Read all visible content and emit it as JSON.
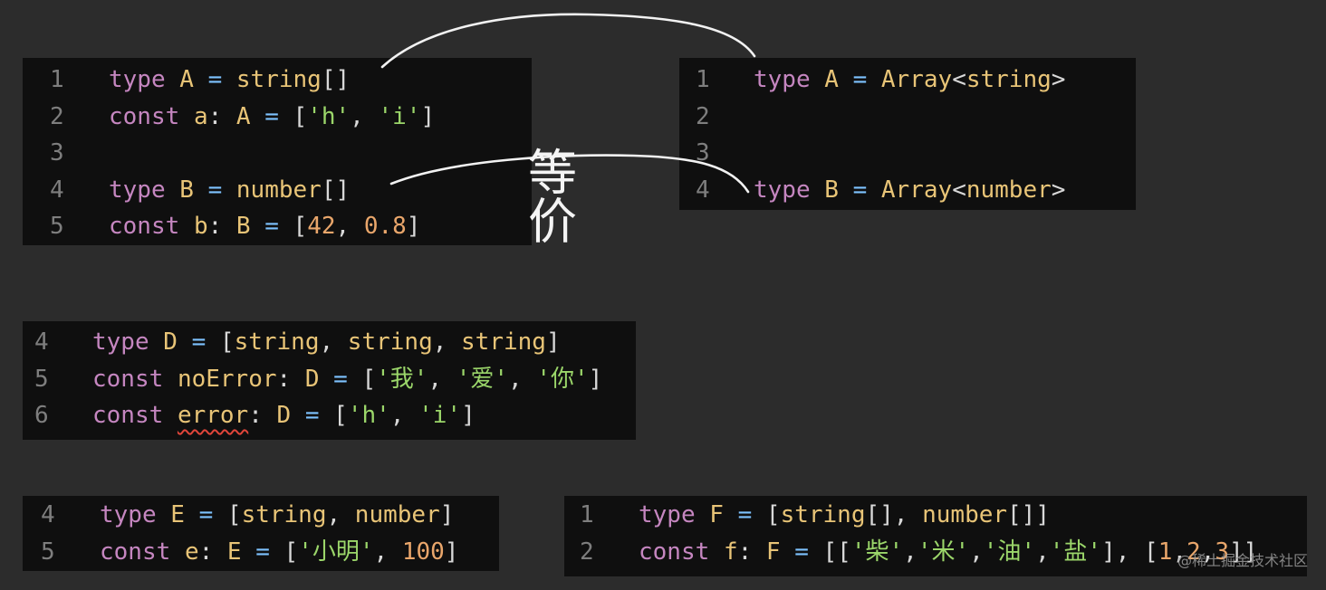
{
  "annotation": {
    "text": "等价"
  },
  "watermark": "@稀土掘金技术社区",
  "blocks": {
    "b1": {
      "lines": [
        {
          "num": "1",
          "tokens": [
            [
              "kw",
              "type"
            ],
            [
              "pl",
              " "
            ],
            [
              "ty",
              "A"
            ],
            [
              "pl",
              " "
            ],
            [
              "op",
              "="
            ],
            [
              "pl",
              " "
            ],
            [
              "ty",
              "string"
            ],
            [
              "pl",
              "[]"
            ]
          ]
        },
        {
          "num": "2",
          "tokens": [
            [
              "kw",
              "const"
            ],
            [
              "pl",
              " "
            ],
            [
              "ty",
              "a"
            ],
            [
              "pl",
              ": "
            ],
            [
              "ty",
              "A"
            ],
            [
              "pl",
              " "
            ],
            [
              "op",
              "="
            ],
            [
              "pl",
              " ["
            ],
            [
              "st",
              "'h'"
            ],
            [
              "pl",
              ", "
            ],
            [
              "st",
              "'i'"
            ],
            [
              "pl",
              "]"
            ]
          ]
        },
        {
          "num": "3",
          "tokens": []
        },
        {
          "num": "4",
          "tokens": [
            [
              "kw",
              "type"
            ],
            [
              "pl",
              " "
            ],
            [
              "ty",
              "B"
            ],
            [
              "pl",
              " "
            ],
            [
              "op",
              "="
            ],
            [
              "pl",
              " "
            ],
            [
              "ty",
              "number"
            ],
            [
              "pl",
              "[]"
            ]
          ]
        },
        {
          "num": "5",
          "tokens": [
            [
              "kw",
              "const"
            ],
            [
              "pl",
              " "
            ],
            [
              "ty",
              "b"
            ],
            [
              "pl",
              ": "
            ],
            [
              "ty",
              "B"
            ],
            [
              "pl",
              " "
            ],
            [
              "op",
              "="
            ],
            [
              "pl",
              " ["
            ],
            [
              "nu",
              "42"
            ],
            [
              "pl",
              ", "
            ],
            [
              "nu",
              "0.8"
            ],
            [
              "pl",
              "]"
            ]
          ]
        }
      ]
    },
    "b2": {
      "lines": [
        {
          "num": "1",
          "tokens": [
            [
              "kw",
              "type"
            ],
            [
              "pl",
              " "
            ],
            [
              "ty",
              "A"
            ],
            [
              "pl",
              " "
            ],
            [
              "op",
              "="
            ],
            [
              "pl",
              " "
            ],
            [
              "ty",
              "Array"
            ],
            [
              "pl",
              "<"
            ],
            [
              "ty",
              "string"
            ],
            [
              "pl",
              ">"
            ]
          ]
        },
        {
          "num": "2",
          "tokens": []
        },
        {
          "num": "3",
          "tokens": []
        },
        {
          "num": "4",
          "tokens": [
            [
              "kw",
              "type"
            ],
            [
              "pl",
              " "
            ],
            [
              "ty",
              "B"
            ],
            [
              "pl",
              " "
            ],
            [
              "op",
              "="
            ],
            [
              "pl",
              " "
            ],
            [
              "ty",
              "Array"
            ],
            [
              "pl",
              "<"
            ],
            [
              "ty",
              "number"
            ],
            [
              "pl",
              ">"
            ]
          ]
        }
      ]
    },
    "b3": {
      "lines": [
        {
          "num": "4",
          "tokens": [
            [
              "kw",
              "type"
            ],
            [
              "pl",
              " "
            ],
            [
              "ty",
              "D"
            ],
            [
              "pl",
              " "
            ],
            [
              "op",
              "="
            ],
            [
              "pl",
              " ["
            ],
            [
              "ty",
              "string"
            ],
            [
              "pl",
              ", "
            ],
            [
              "ty",
              "string"
            ],
            [
              "pl",
              ", "
            ],
            [
              "ty",
              "string"
            ],
            [
              "pl",
              "]"
            ]
          ]
        },
        {
          "num": "5",
          "tokens": [
            [
              "kw",
              "const"
            ],
            [
              "pl",
              " "
            ],
            [
              "ty",
              "noError"
            ],
            [
              "pl",
              ": "
            ],
            [
              "ty",
              "D"
            ],
            [
              "pl",
              " "
            ],
            [
              "op",
              "="
            ],
            [
              "pl",
              " ["
            ],
            [
              "st",
              "'我'"
            ],
            [
              "pl",
              ", "
            ],
            [
              "st",
              "'爱'"
            ],
            [
              "pl",
              ", "
            ],
            [
              "st",
              "'你'"
            ],
            [
              "pl",
              "]"
            ]
          ]
        },
        {
          "num": "6",
          "tokens": [
            [
              "kw",
              "const"
            ],
            [
              "pl",
              " "
            ],
            [
              "ty squig",
              "error"
            ],
            [
              "pl",
              ": "
            ],
            [
              "ty",
              "D"
            ],
            [
              "pl",
              " "
            ],
            [
              "op",
              "="
            ],
            [
              "pl",
              " ["
            ],
            [
              "st",
              "'h'"
            ],
            [
              "pl",
              ", "
            ],
            [
              "st",
              "'i'"
            ],
            [
              "pl",
              "]"
            ]
          ]
        }
      ]
    },
    "b4": {
      "lines": [
        {
          "num": "4",
          "tokens": [
            [
              "kw",
              "type"
            ],
            [
              "pl",
              " "
            ],
            [
              "ty",
              "E"
            ],
            [
              "pl",
              " "
            ],
            [
              "op",
              "="
            ],
            [
              "pl",
              " ["
            ],
            [
              "ty",
              "string"
            ],
            [
              "pl",
              ", "
            ],
            [
              "ty",
              "number"
            ],
            [
              "pl",
              "]"
            ]
          ]
        },
        {
          "num": "5",
          "tokens": [
            [
              "kw",
              "const"
            ],
            [
              "pl",
              " "
            ],
            [
              "ty",
              "e"
            ],
            [
              "pl",
              ": "
            ],
            [
              "ty",
              "E"
            ],
            [
              "pl",
              " "
            ],
            [
              "op",
              "="
            ],
            [
              "pl",
              " ["
            ],
            [
              "st",
              "'小明'"
            ],
            [
              "pl",
              ", "
            ],
            [
              "nu",
              "100"
            ],
            [
              "pl",
              "]"
            ]
          ]
        }
      ]
    },
    "b5": {
      "lines": [
        {
          "num": "1",
          "tokens": [
            [
              "kw",
              "type"
            ],
            [
              "pl",
              " "
            ],
            [
              "ty",
              "F"
            ],
            [
              "pl",
              " "
            ],
            [
              "op",
              "="
            ],
            [
              "pl",
              " ["
            ],
            [
              "ty",
              "string"
            ],
            [
              "pl",
              "[], "
            ],
            [
              "ty",
              "number"
            ],
            [
              "pl",
              "[]]"
            ]
          ]
        },
        {
          "num": "2",
          "tokens": [
            [
              "kw",
              "const"
            ],
            [
              "pl",
              " "
            ],
            [
              "ty",
              "f"
            ],
            [
              "pl",
              ": "
            ],
            [
              "ty",
              "F"
            ],
            [
              "pl",
              " "
            ],
            [
              "op",
              "="
            ],
            [
              "pl",
              " [["
            ],
            [
              "st",
              "'柴'"
            ],
            [
              "pl",
              ","
            ],
            [
              "st",
              "'米'"
            ],
            [
              "pl",
              ","
            ],
            [
              "st",
              "'油'"
            ],
            [
              "pl",
              ","
            ],
            [
              "st",
              "'盐'"
            ],
            [
              "pl",
              "], ["
            ],
            [
              "nu",
              "1"
            ],
            [
              "pl",
              ","
            ],
            [
              "nu",
              "2"
            ],
            [
              "pl",
              ","
            ],
            [
              "nu",
              "3"
            ],
            [
              "pl",
              "]]"
            ]
          ]
        }
      ]
    }
  }
}
